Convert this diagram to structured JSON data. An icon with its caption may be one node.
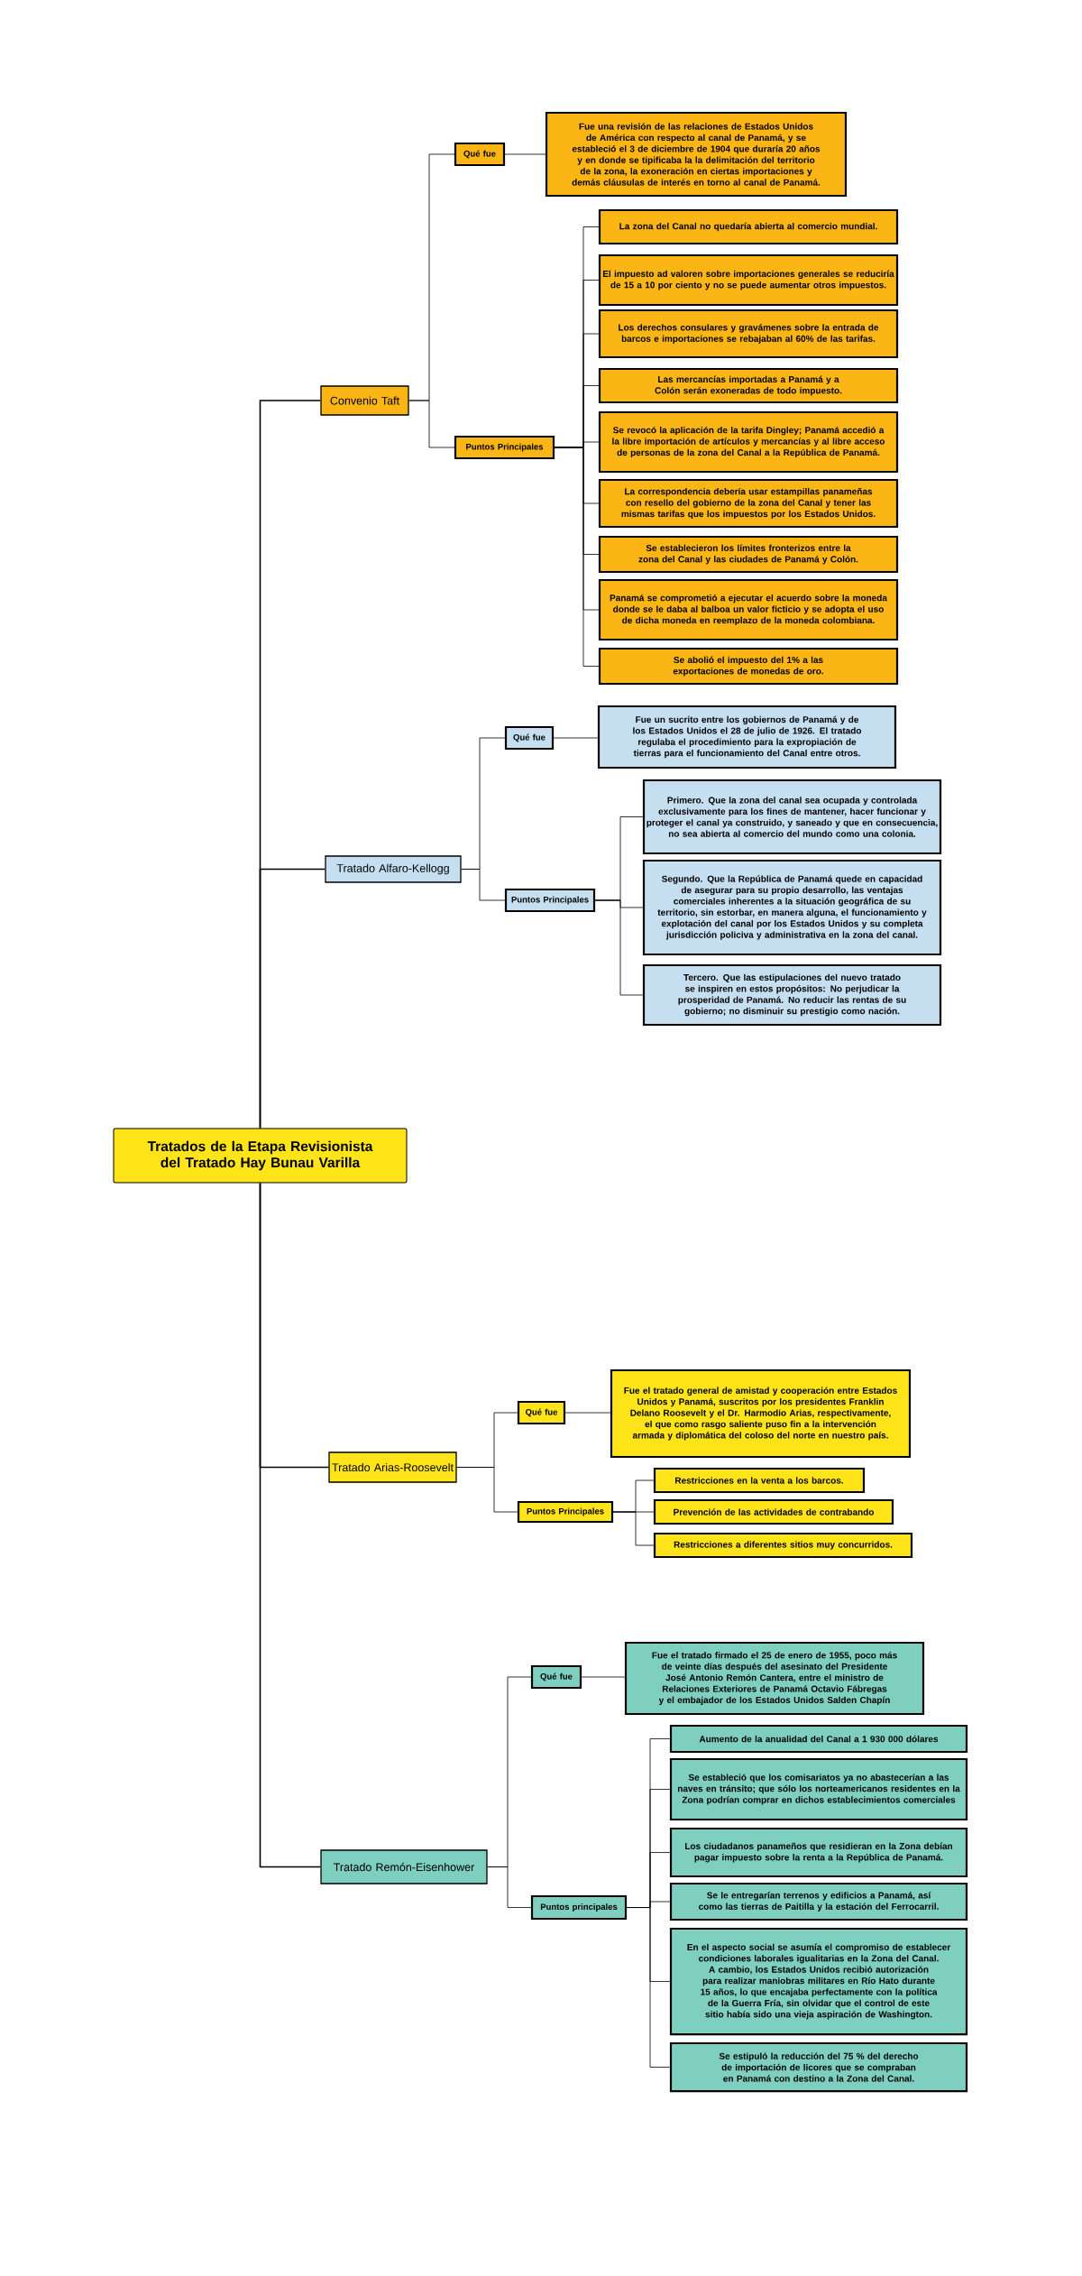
{
  "diagram": {
    "nodes": [
      {
        "text": [
          "Tratados de la Etapa Revisionista del Tratado Hay Bunau Varilla"
        ]
      },
      {
        "text": [
          "Convenio Taft"
        ]
      },
      {
        "text": [
          "Qué fue"
        ]
      },
      {
        "text": [
          "Fue una revisión de las relaciones de Estados Unidos de América con respecto al canal de Panamá, y se estableció el 3 de diciembre de 1904 que duraría 20 años y en donde se tipificaba la  la delimitación del territorio de la zona, la exoneración en ciertas importaciones y demás cláusulas de interés en torno al canal de Panamá."
        ]
      },
      {
        "text": [
          "Puntos Principales"
        ]
      },
      {
        "text": [
          "La zona del Canal no quedaría abierta al comercio mundial."
        ]
      },
      {
        "text": [
          "El impuesto ad valoren sobre importaciones generales se reduciría de 15 a 10 por ciento y no se puede aumentar otros impuestos."
        ]
      },
      {
        "text": [
          "Los derechos consulares y gravámenes sobre la entrada de barcos e importaciones se rebajaban al 60% de las tarifas."
        ]
      },
      {
        "text": [
          "Las mercancías importadas a Panamá y a Colón serán exoneradas de todo impuesto."
        ]
      },
      {
        "text": [
          "Se revocó la aplicación de la tarifa Dingley; Panamá accedió a la libre importación de artículos y mercancías y al libre acceso de personas de la zona del Canal a la República de Panamá."
        ]
      },
      {
        "text": [
          "La correspondencia debería usar estampillas panameñas con resello del gobierno de la zona del Canal y tener las mismas tarifas que los impuestos por los Estados Unidos."
        ]
      },
      {
        "text": [
          "Se establecieron los límites fronterizos entre la zona del Canal y las ciudades de Panamá y Colón."
        ]
      },
      {
        "text": [
          "Panamá se comprometió a ejecutar el acuerdo sobre la moneda donde se le daba al balboa un valor ficticio y se adopta el uso de dicha moneda en reemplazo de la moneda colombiana."
        ]
      },
      {
        "text": [
          "Se abolió el impuesto del 1% a las exportaciones de monedas de oro."
        ]
      },
      {
        "text": [
          "Tratado Alfaro-Kellogg"
        ]
      },
      {
        "text": [
          "Qué fue"
        ]
      },
      {
        "text": [
          "Fue un sucrito entre los gobiernos de Panamá y de los Estados Unidos el 28 de julio de 1926. El tratado regulaba el procedimiento para la expropiación de tierras para el funcionamiento del Canal entre otros."
        ]
      },
      {
        "text": [
          "Puntos Principales"
        ]
      },
      {
        "text": [
          "Primero. Que la zona del canal sea ocupada y controlada exclusivamente para los fines de mantener, hacer funcionar y proteger el canal ya construido, y saneado y que en consecuencia, no sea abierta al comercio del mundo como una colonia."
        ]
      },
      {
        "text": [
          "Segundo. Que la República de Panamá quede en capacidad de asegurar para su propio desarrollo, las ventajas comerciales inherentes a la situación geográfica de su territorio, sin estorbar, en manera alguna, el funcionamiento y explotación del canal por los Estados Unidos y su completa jurisdicción policiva y administrativa en la zona del canal."
        ]
      },
      {
        "text": [
          "Tercero. Que las estipulaciones del nuevo tratado se inspiren en estos propósitos: No perjudicar la prosperidad de Panamá. No reducir las rentas de su gobierno; no disminuir su prestigio como nación."
        ]
      },
      {
        "text": [
          "Tratado Arias-Roosevelt"
        ]
      },
      {
        "text": [
          "Qué fue"
        ]
      },
      {
        "text": [
          "Fue el tratado general de amistad y cooperación entre Estados Unidos y Panamá, suscritos por los presidentes Franklin Delano Roosevelt y el Dr. Harmodio Arias, respectivamente, el que como rasgo saliente puso fin a la intervención armada y diplomática del coloso del norte en nuestro país."
        ]
      },
      {
        "text": [
          "Puntos Principales"
        ]
      },
      {
        "text": [
          "Restricciones en la venta a los barcos."
        ]
      },
      {
        "text": [
          "Prevención de las actividades de contrabando"
        ]
      },
      {
        "text": [
          "Restricciones a diferentes sitios muy concurridos."
        ]
      },
      {
        "text": [
          "Tratado Remón-Eisenhower"
        ]
      },
      {
        "text": [
          "Qué fue"
        ]
      },
      {
        "text": [
          "Fue el tratado firmado el 25 de enero de 1955, poco más de veinte días después del asesinato del Presidente José Antonio Remón Cantera, entre el ministro de Relaciones Exteriores de Panamá Octavio Fábregas y el embajador de los Estados Unidos Salden Chapín"
        ]
      },
      {
        "text": [
          "Puntos principales"
        ]
      },
      {
        "text": [
          "Aumento de la anualidad del Canal a 1 930 000 dólares"
        ]
      },
      {
        "text": [
          "Se estableció que los comisariatos ya no abastecerían a las naves en tránsito; que sólo los norteamericanos residentes en la Zona podrían comprar en dichos establecimientos comerciales"
        ]
      },
      {
        "text": [
          "Los ciudadanos panameños que residieran en la Zona debían pagar impuesto sobre la renta a la República de Panamá."
        ]
      },
      {
        "text": [
          "Se le entregarían terrenos y edificios a Panamá, así como las tierras de Paitilla y la estación del Ferrocarril."
        ]
      },
      {
        "text": [
          "En el aspecto social se asumía el compromiso de establecer condiciones laborales igualitarias en la Zona del Canal. A cambio, los Estados Unidos recibió autorización para realizar maniobras militares en Río Hato durante 15 años, lo que encajaba perfectamente con la política de la Guerra Fría, sin olvidar que el control de este sitio había sido una vieja aspiración de Washington."
        ]
      },
      {
        "text": [
          "Se estipuló la reducción del 75 % del derecho de importación de licores que se compraban en Panamá con destino a la Zona del Canal."
        ]
      }
    ],
    "edges": [
      {
        "from": 0,
        "to": 1,
        "arrow": "none"
      },
      {
        "from": 1,
        "to": 2,
        "arrow": "none"
      },
      {
        "from": 2,
        "to": 3,
        "arrow": "none"
      },
      {
        "from": 1,
        "to": 4,
        "arrow": "none"
      },
      {
        "from": 4,
        "to": 5,
        "arrow": "none"
      },
      {
        "from": 4,
        "to": 6,
        "arrow": "none"
      },
      {
        "from": 4,
        "to": 7,
        "arrow": "none"
      },
      {
        "from": 4,
        "to": 8,
        "arrow": "none"
      },
      {
        "from": 4,
        "to": 9,
        "arrow": "none"
      },
      {
        "from": 4,
        "to": 10,
        "arrow": "none"
      },
      {
        "from": 4,
        "to": 11,
        "arrow": "none"
      },
      {
        "from": 4,
        "to": 12,
        "arrow": "none"
      },
      {
        "from": 4,
        "to": 13,
        "arrow": "none"
      },
      {
        "from": 0,
        "to": 14,
        "arrow": "none"
      },
      {
        "from": 14,
        "to": 15,
        "arrow": "none"
      },
      {
        "from": 15,
        "to": 16,
        "arrow": "none"
      },
      {
        "from": 14,
        "to": 17,
        "arrow": "none"
      },
      {
        "from": 17,
        "to": 18,
        "arrow": "none"
      },
      {
        "from": 17,
        "to": 19,
        "arrow": "none"
      },
      {
        "from": 17,
        "to": 20,
        "arrow": "none"
      },
      {
        "from": 0,
        "to": 21,
        "arrow": "none"
      },
      {
        "from": 21,
        "to": 22,
        "arrow": "none"
      },
      {
        "from": 22,
        "to": 23,
        "arrow": "none"
      },
      {
        "from": 21,
        "to": 24,
        "arrow": "none"
      },
      {
        "from": 24,
        "to": 25,
        "arrow": "none"
      },
      {
        "from": 24,
        "to": 26,
        "arrow": "none"
      },
      {
        "from": 24,
        "to": 27,
        "arrow": "none"
      },
      {
        "from": 0,
        "to": 28,
        "arrow": "none"
      },
      {
        "from": 28,
        "to": 29,
        "arrow": "none"
      },
      {
        "from": 29,
        "to": 30,
        "arrow": "none"
      },
      {
        "from": 28,
        "to": 31,
        "arrow": "none"
      },
      {
        "from": 31,
        "to": 32,
        "arrow": "none"
      },
      {
        "from": 31,
        "to": 33,
        "arrow": "none"
      },
      {
        "from": 31,
        "to": 34,
        "arrow": "none"
      },
      {
        "from": 31,
        "to": 35,
        "arrow": "none"
      },
      {
        "from": 31,
        "to": 36,
        "arrow": "none"
      },
      {
        "from": 31,
        "to": 37,
        "arrow": "none"
      }
    ]
  }
}
